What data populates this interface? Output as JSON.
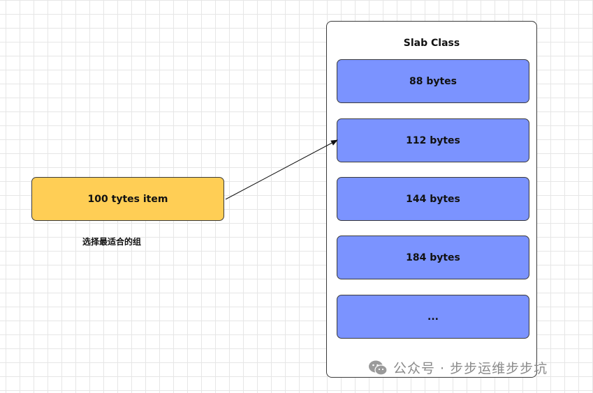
{
  "item": {
    "label": "100 tytes item",
    "caption": "选择最适合的组"
  },
  "slab": {
    "title": "Slab Class",
    "rows": [
      {
        "label": "88 bytes"
      },
      {
        "label": "112 bytes"
      },
      {
        "label": "144 bytes"
      },
      {
        "label": "184 bytes"
      },
      {
        "label": "..."
      }
    ]
  },
  "arrow": {
    "from": "item",
    "to": "slab.rows.1"
  },
  "watermark": {
    "text": "公众号 · 步步运维步步坑",
    "icon": "wechat-icon"
  },
  "colors": {
    "item_fill": "#ffce55",
    "row_fill": "#7b93ff",
    "border": "#3a3a3a",
    "grid": "#e6e6e6",
    "watermark": "#8a8a8a"
  }
}
